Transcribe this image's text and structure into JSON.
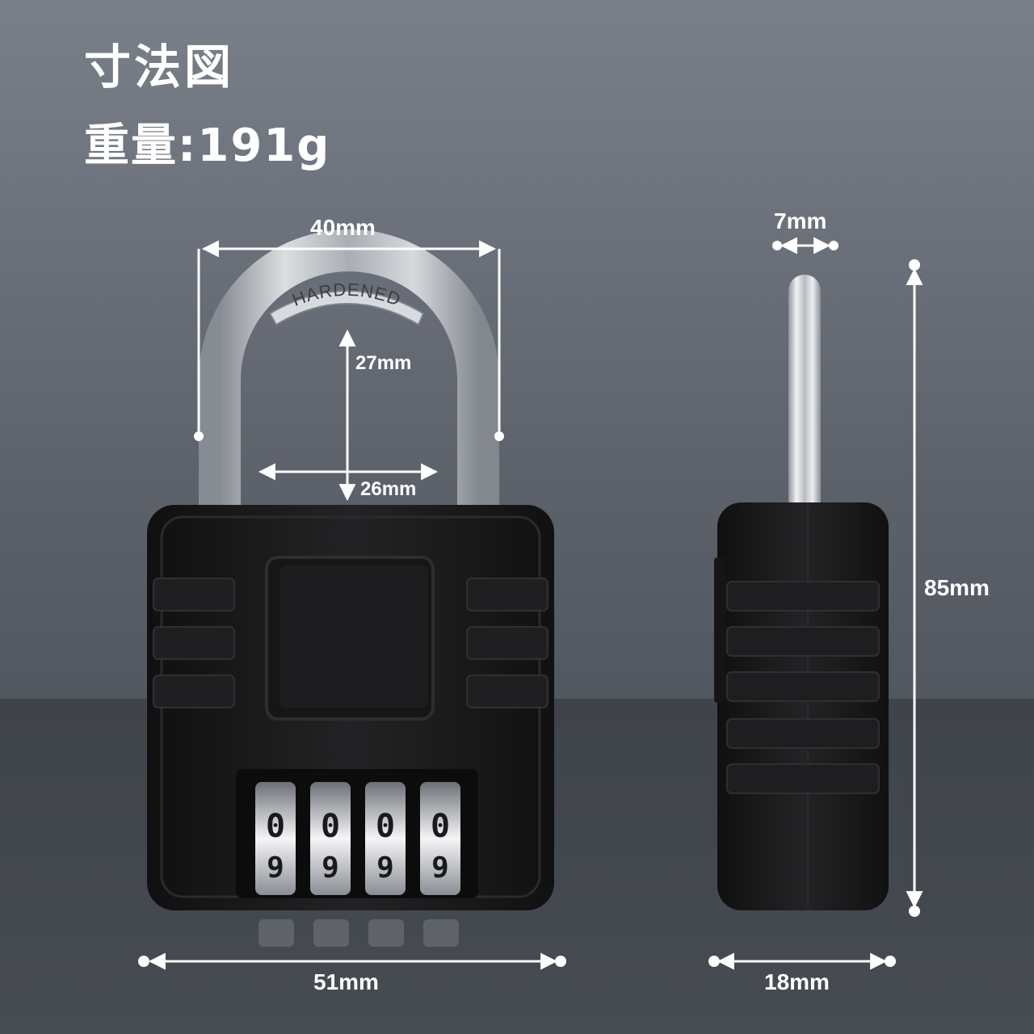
{
  "header": {
    "title": "寸法図",
    "weight": "重量:191g"
  },
  "front_view": {
    "shackle_engraving": "HARDENED",
    "width_top": "40mm",
    "inner_height": "27mm",
    "inner_width": "26mm",
    "body_width": "51mm",
    "dial_top_row": [
      "0",
      "0",
      "0",
      "0"
    ],
    "dial_bottom_row": [
      "9",
      "9",
      "9",
      "9"
    ]
  },
  "side_view": {
    "shackle_thickness": "7mm",
    "total_height": "85mm",
    "body_thickness": "18mm"
  },
  "colors": {
    "background": "#5d626b",
    "lock_body": "#1b1b1c",
    "dimension_lines": "#ffffff",
    "shackle": "#c9ccd1"
  }
}
